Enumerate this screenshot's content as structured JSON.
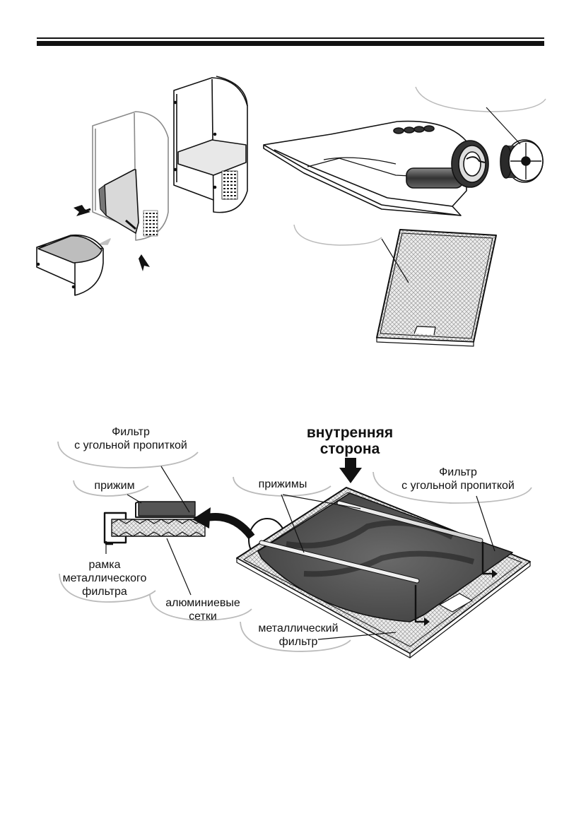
{
  "labels": {
    "charcoal_filter_left": [
      "Фильтр",
      "с угольной пропиткой"
    ],
    "clip": "прижим",
    "frame": [
      "рамка",
      "металлического",
      "фильтра"
    ],
    "mesh": [
      "алюминиевые",
      "сетки"
    ],
    "inner_side": [
      "внутренняя",
      "сторона"
    ],
    "clips": "прижимы",
    "charcoal_filter_right": [
      "Фильтр",
      "с угольной пропиткой"
    ],
    "metal_filter": [
      "металлический",
      "фильтр"
    ]
  }
}
